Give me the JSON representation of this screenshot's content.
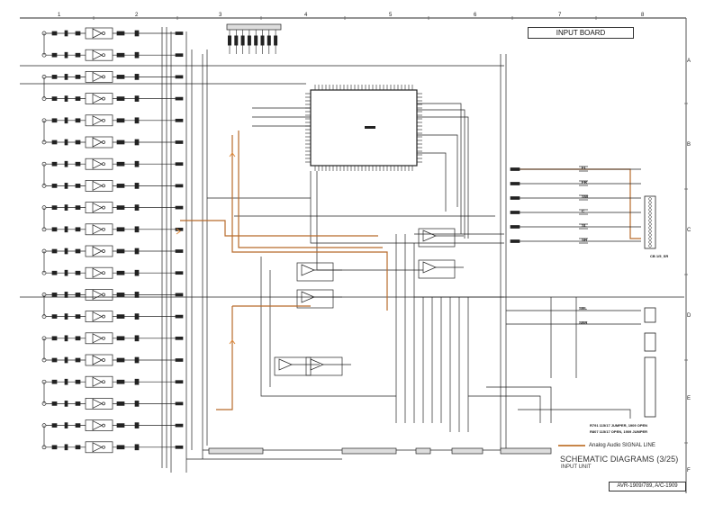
{
  "board_title": "INPUT BOARD",
  "diagram_title": "SCHEMATIC DIAGRAMS (3/25)",
  "diagram_subtitle": "INPUT UNIT",
  "model": "AVR-1909/789, A/C-1909",
  "legend": {
    "label": "Analog Audio SIGNAL LINE",
    "color": "#c8864a"
  },
  "grid": {
    "columns": [
      "1",
      "2",
      "3",
      "4",
      "5",
      "6",
      "7",
      "8"
    ],
    "rows": [
      "A",
      "B",
      "C",
      "D",
      "E",
      "F"
    ]
  },
  "channel_labels": [
    "FL",
    "FR",
    "SW",
    "C",
    "SL",
    "SR",
    "SBL",
    "SBR"
  ],
  "connector_label": "CB 1/5_SR",
  "jumper_notes": [
    "R791 115/17 JUMPER, 1909 OPEN",
    "R807 115/17 OPEN, 1909 JUMPER"
  ],
  "colors": {
    "wire": "#222222",
    "signal": "#b86a2a",
    "frame": "#333333"
  }
}
